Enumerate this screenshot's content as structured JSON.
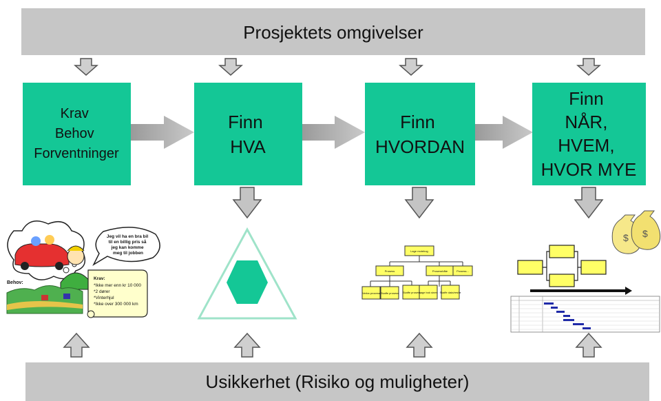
{
  "colors": {
    "banner": "#c6c6c6",
    "box": "#14c796",
    "arrow_gray": "#b3b3b3",
    "arrow_outline": "#555555",
    "triangle": "#9fe3c9",
    "hexagon": "#14c796",
    "wbs_box": "#ffff66",
    "gantt_bar": "#1f2aa8"
  },
  "top_banner": {
    "text": "Prosjektets omgivelser"
  },
  "bottom_banner": {
    "text": "Usikkerhet (Risiko og muligheter)"
  },
  "steps": [
    {
      "lines": [
        "Krav",
        "Behov",
        "Forventninger"
      ]
    },
    {
      "lines": [
        "Finn",
        "HVA"
      ]
    },
    {
      "lines": [
        "Finn",
        "HVORDAN"
      ]
    },
    {
      "lines": [
        "Finn",
        "NÅR,",
        "HVEM,",
        "HVOR MYE"
      ]
    }
  ],
  "illustrations": {
    "requirements": {
      "speech": [
        "Jeg vil ha en bra bil",
        "til en billig pris så",
        "jeg kan komme",
        "meg til jobben"
      ],
      "note_title": "Krav:",
      "note_lines": [
        "*Ikke mer enn kr 10 000",
        "*2 dører",
        "*Vinterhjul",
        "*Ikke over 300 000 km"
      ],
      "label": "Behov:"
    },
    "wbs": {
      "root": "Lage motebog",
      "level1": [
        "Prosess",
        "Prosesshåte",
        "Prosess..."
      ],
      "level2": [
        "Verba process",
        "Skaffe prosess",
        "Skaffe prosess",
        "Lage bok sines",
        "Skaffe data/reslte"
      ]
    }
  }
}
